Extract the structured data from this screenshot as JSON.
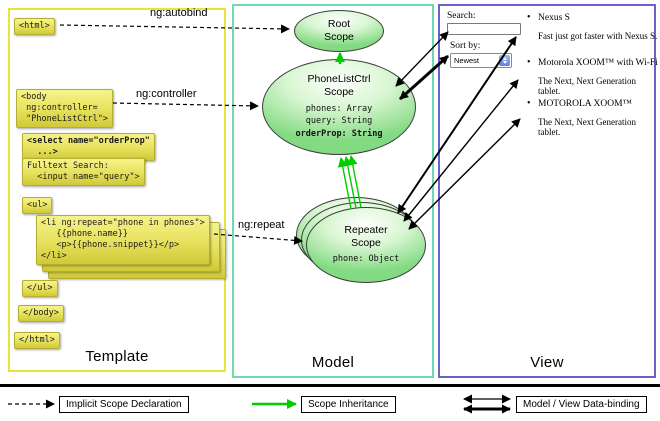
{
  "columns": {
    "template": "Template",
    "model": "Model",
    "view": "View"
  },
  "labels": {
    "autobind": "ng:autobind",
    "controller": "ng:controller",
    "repeat": "ng:repeat"
  },
  "template_code": {
    "html_open": "<html>",
    "body_open": "<body\n ng:controller=\n \"PhoneListCtrl\">",
    "select": "<select name=\"orderProp\"\n  ...>",
    "fulltext": "Fulltext Search:\n  <input name=\"query\">",
    "ul_open": "<ul>",
    "li_repeat": "<li ng:repeat=\"phone in phones\">\n   {{phone.name}}\n   <p>{{phone.snippet}}</p>\n</li>",
    "ul_close": "</ul>",
    "body_close": "</body>",
    "html_close": "</html>"
  },
  "model": {
    "root": {
      "title": "Root\nScope"
    },
    "phonelist": {
      "title": "PhoneListCtrl\nScope",
      "props": [
        "phones: Array",
        "query: String",
        "orderProp: String"
      ]
    },
    "repeater": {
      "title": "Repeater\nScope",
      "props": [
        "phone: Object"
      ]
    }
  },
  "view": {
    "search_label": "Search:",
    "sort_label": "Sort by:",
    "sort_value": "Newest",
    "items": [
      {
        "name": "Nexus S",
        "desc": "Fast just got faster with Nexus S."
      },
      {
        "name": "Motorola XOOM™ with Wi-Fi",
        "desc": "The Next, Next Generation tablet."
      },
      {
        "name": "MOTOROLA XOOM™",
        "desc": "The Next, Next Generation tablet."
      }
    ]
  },
  "legend": {
    "implicit": "Implicit Scope Declaration",
    "inheritance": "Scope Inheritance",
    "databinding": "Model / View Data-binding"
  },
  "colors": {
    "template_border": "#e8e43c",
    "model_border": "#6fd8b2",
    "view_border": "#6a62c8",
    "inheritance_green": "#00cc00"
  }
}
